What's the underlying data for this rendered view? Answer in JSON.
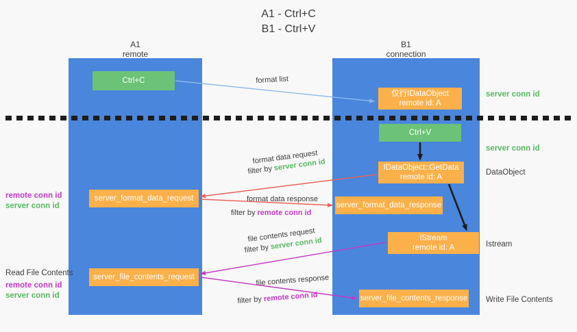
{
  "title": {
    "line1": "A1 - Ctrl+C",
    "line2": "B1 - Ctrl+V"
  },
  "columns": {
    "a1": {
      "name": "A1",
      "role": "remote"
    },
    "b1": {
      "name": "B1",
      "role": "connection"
    }
  },
  "nodes": {
    "ctrl_c": {
      "label": "Ctrl+C",
      "color": "#6cc276"
    },
    "idataobject": {
      "label": "仅行IDataObject",
      "sub": "remote id: A",
      "color": "#fbb04a"
    },
    "ctrl_v": {
      "label": "Ctrl+V",
      "color": "#6cc276"
    },
    "getdata": {
      "label": "IDataObject::GetData",
      "sub": "remote id: A",
      "color": "#fbb04a"
    },
    "istream": {
      "label": "IStream",
      "sub": "remote id: A",
      "color": "#fbb04a"
    },
    "format_data_request": {
      "label": "server_format_data_request",
      "color": "#fbb04a"
    },
    "format_data_response": {
      "label": "server_format_data_response",
      "color": "#fbb04a"
    },
    "file_contents_request": {
      "label": "server_file_contents_request",
      "color": "#fbb04a"
    },
    "file_contents_response": {
      "label": "server_file_contents_response",
      "color": "#fbb04a"
    }
  },
  "flows": {
    "format_list": {
      "label": "format list",
      "arrow_color": "#8cb8e8"
    },
    "format_data_request": {
      "label": "format data request",
      "filter_prefix": "filter by ",
      "filter_value": "server conn id",
      "arrow_color": "#e8625a"
    },
    "format_data_response": {
      "label": "format data response",
      "filter_prefix": "filter by ",
      "filter_value": "remote conn id",
      "arrow_color": "#e8625a"
    },
    "file_contents_request": {
      "label": "file contents request",
      "filter_prefix": "filter by ",
      "filter_value": "server conn id",
      "arrow_color": "#c339c3"
    },
    "file_contents_response": {
      "label": "file contents response",
      "filter_prefix": "filter by ",
      "filter_value": "remote conn id",
      "arrow_color": "#c339c3"
    }
  },
  "annotations": {
    "right": {
      "server_conn_id_top": "server conn id",
      "server_conn_id_mid": "server conn id",
      "dataobject": "DataObject",
      "istream": "Istream",
      "write_file_contents": "Write File Contents"
    },
    "left": {
      "remote_conn_id_1": "remote conn id",
      "server_conn_id_1": "server conn id",
      "read_file_contents": "Read File Contents",
      "remote_conn_id_2": "remote conn id",
      "server_conn_id_2": "server conn id"
    }
  },
  "colors": {
    "lane": "#4a86dc",
    "green_box": "#6cc276",
    "orange_box": "#fbb04a",
    "green_text": "#57b85f",
    "purple_text": "#c339c3",
    "red_arrow": "#e8625a",
    "blue_arrow": "#8cb8e8",
    "black_arrow": "#1d1d1d",
    "divider": "#1d1d1d",
    "background": "#f8f8f8"
  }
}
